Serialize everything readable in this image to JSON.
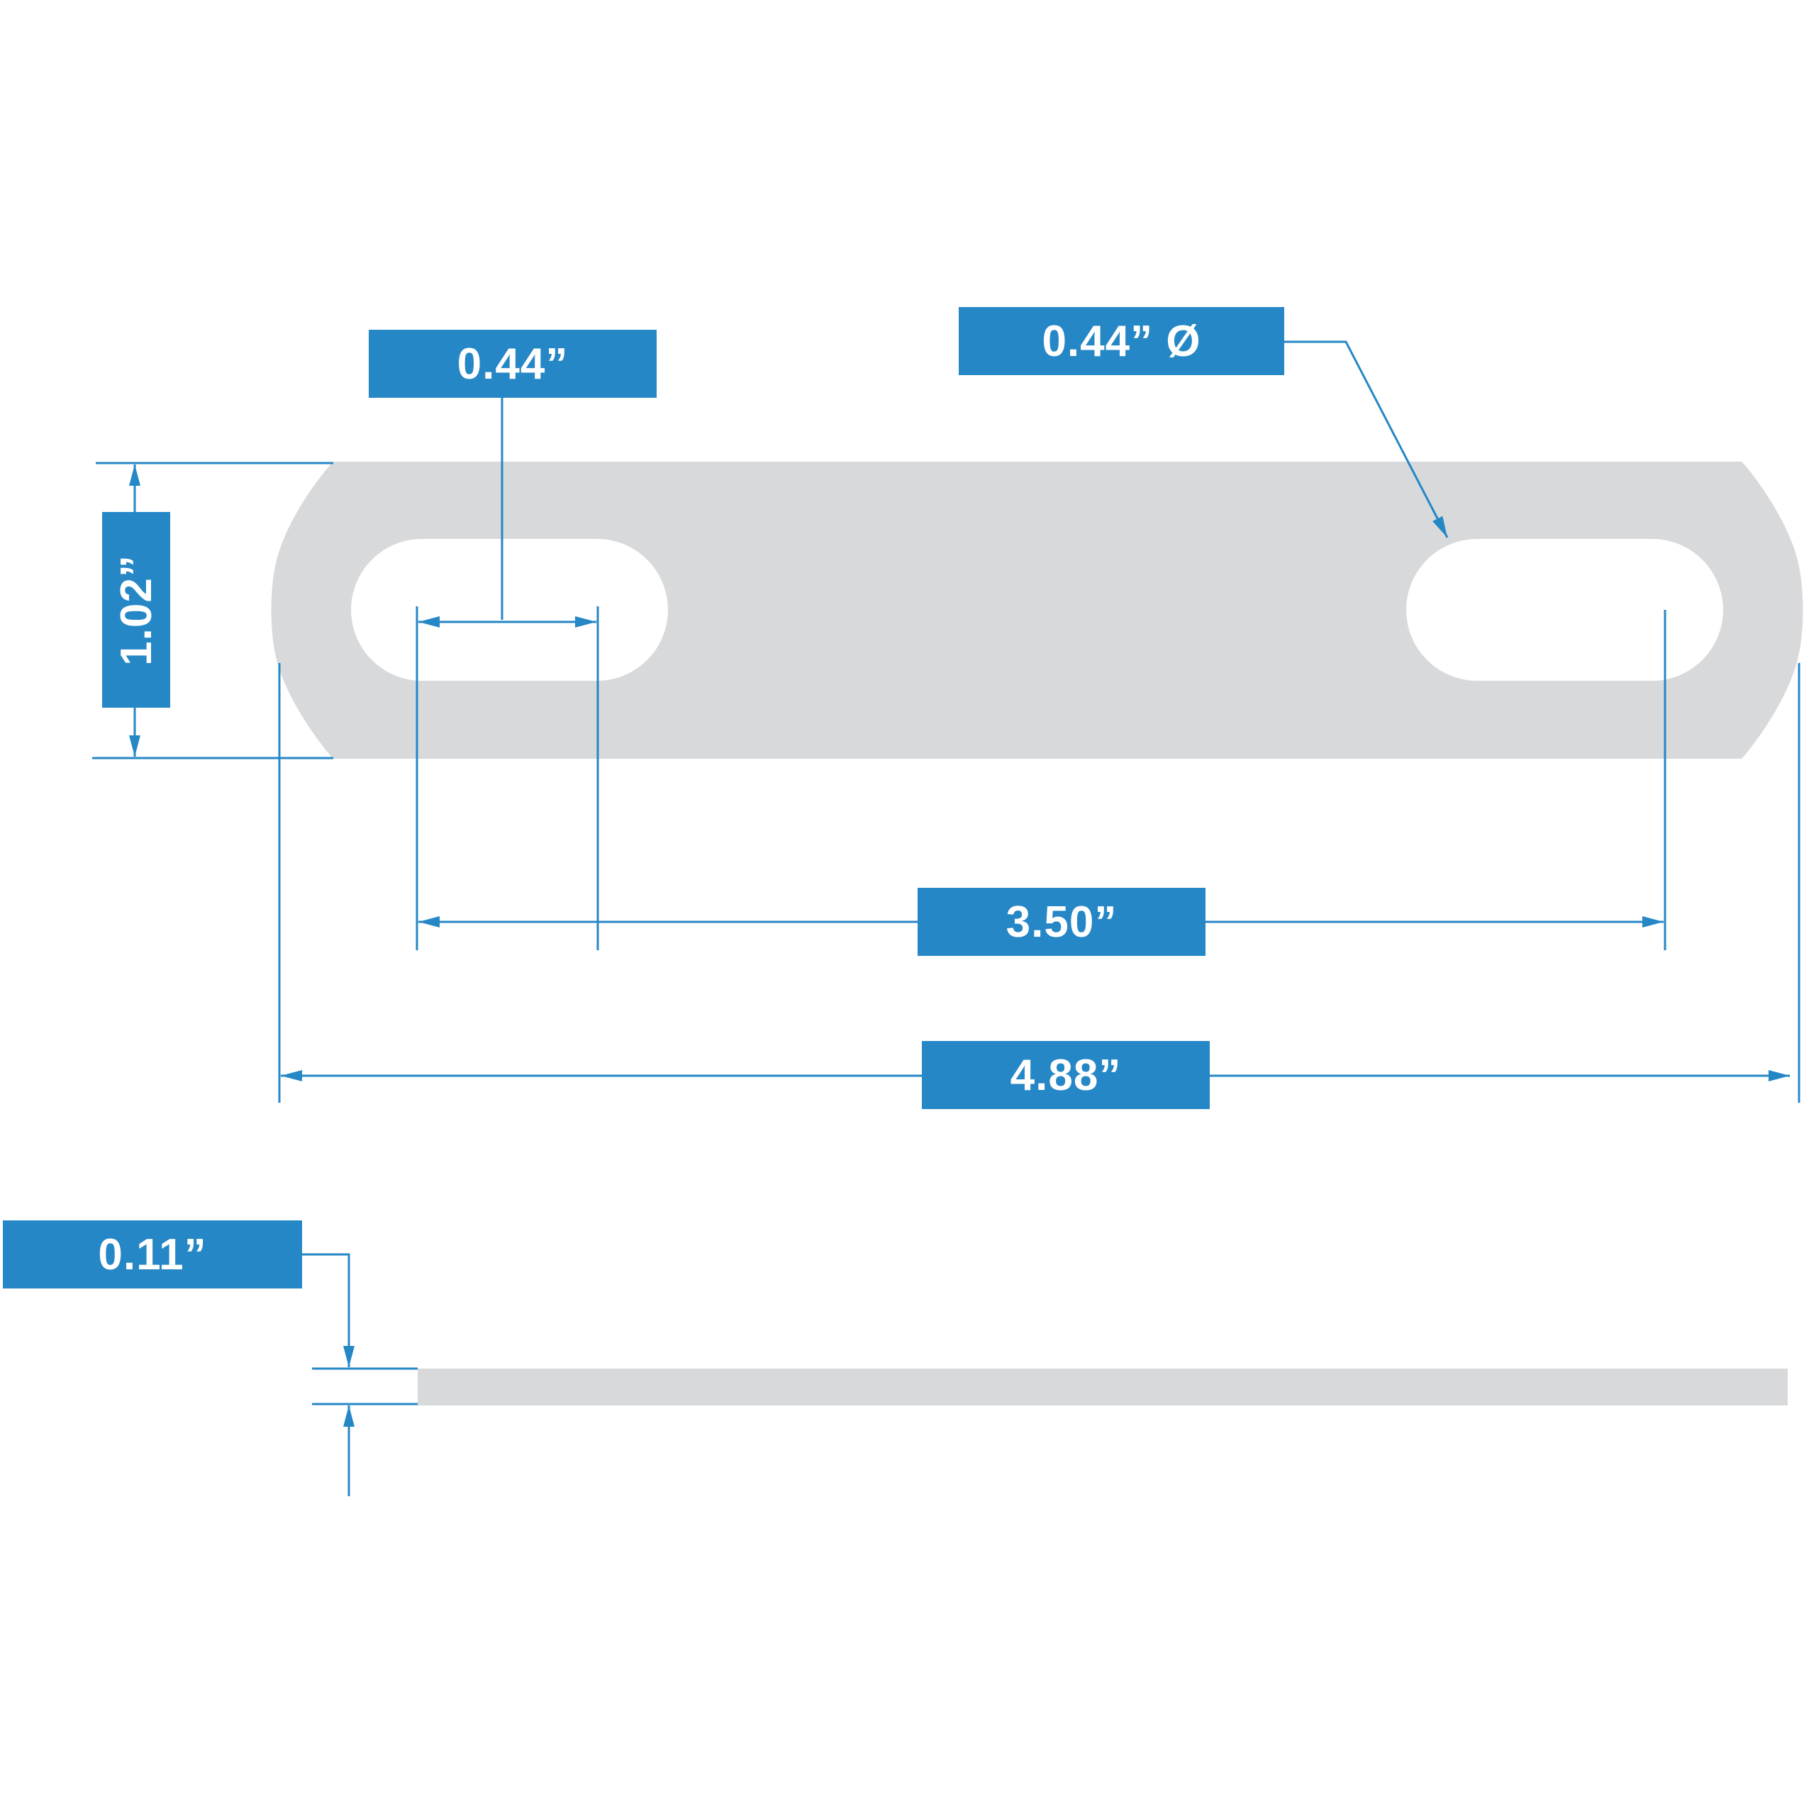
{
  "diagram": {
    "title": "Slotted plate dimensions",
    "colors": {
      "accent": "#2587c6",
      "part": "#d8d9db",
      "background": "#ffffff",
      "label_text": "#ffffff"
    },
    "dimensions": {
      "slot_width": {
        "label": "0.44”",
        "description": "slot width (left slot)"
      },
      "hole_diameter": {
        "label": "0.44” Ø",
        "description": "slot end diameter (right slot)"
      },
      "plate_height": {
        "label": "1.02”",
        "description": "overall plate height"
      },
      "slot_center_distance": {
        "label": "3.50”",
        "description": "distance between slot centers"
      },
      "overall_length": {
        "label": "4.88”",
        "description": "overall plate length"
      },
      "thickness": {
        "label": "0.11”",
        "description": "plate thickness (side view)"
      }
    },
    "views": {
      "top_view": "plate with two obround slots",
      "side_view": "plate thickness profile"
    }
  }
}
